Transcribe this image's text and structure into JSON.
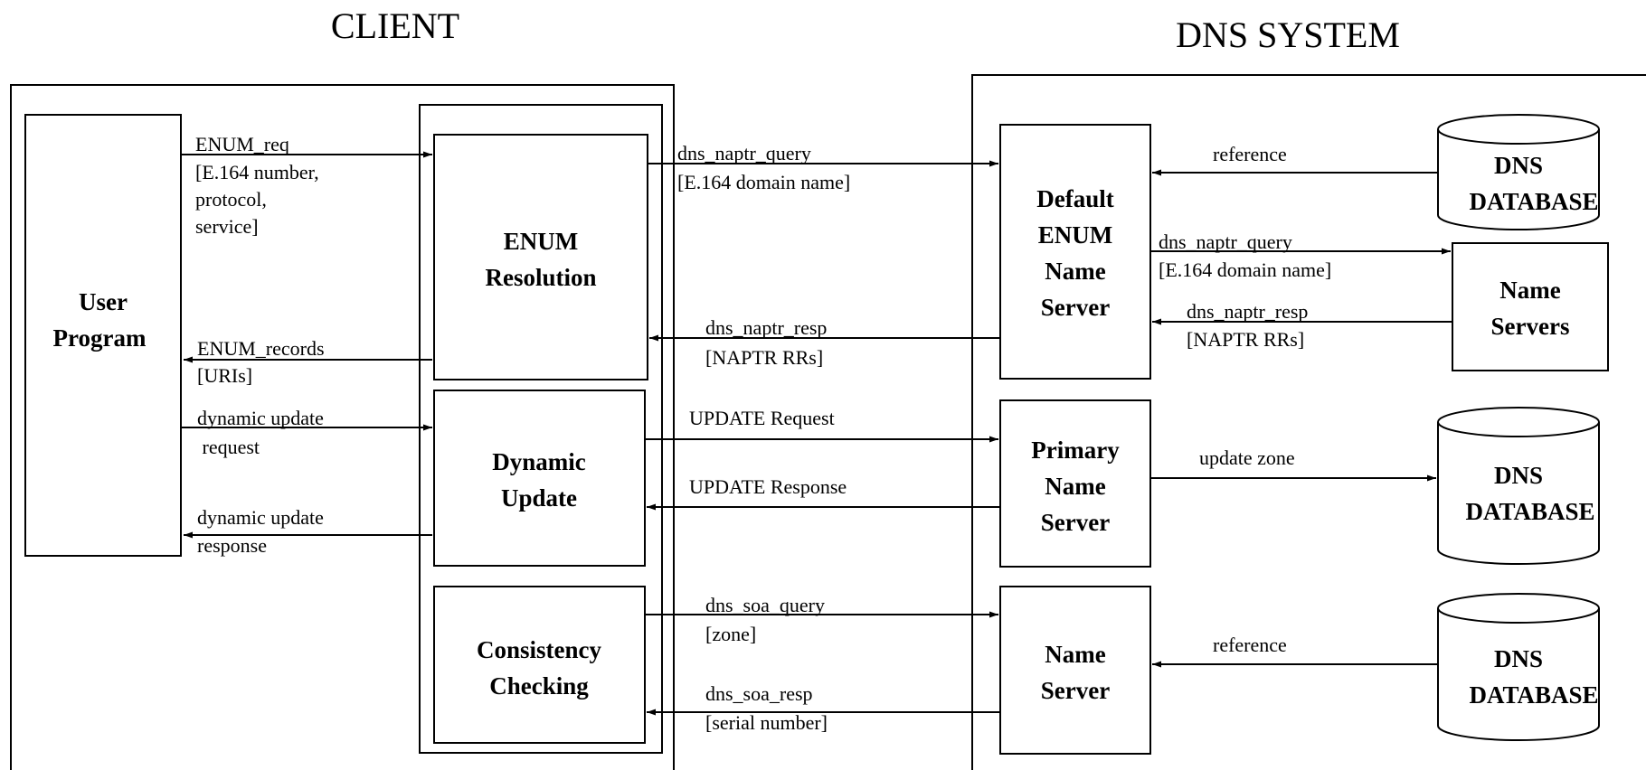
{
  "headings": {
    "client": "CLIENT",
    "dns": "DNS SYSTEM"
  },
  "boxes": {
    "user_program": [
      "User",
      "Program"
    ],
    "enum_resolution": [
      "ENUM",
      "Resolution"
    ],
    "dynamic_update": [
      "Dynamic",
      "Update"
    ],
    "consistency_checking": [
      "Consistency",
      "Checking"
    ],
    "default_enum": [
      "Default",
      "ENUM",
      "Name",
      "Server"
    ],
    "name_servers": [
      "Name",
      "Servers"
    ],
    "primary": [
      "Primary",
      "Name",
      "Server"
    ],
    "name_server": [
      "Name",
      "Server"
    ],
    "db_top": [
      "DNS",
      "DATABASE"
    ],
    "db_mid": [
      "DNS",
      "DATABASE"
    ],
    "db_bot": [
      "DNS",
      "DATABASE"
    ]
  },
  "edges": {
    "enum_req": [
      "ENUM_req",
      "[E.164 number,",
      "protocol,",
      "service]"
    ],
    "enum_records": [
      "ENUM_records",
      "[URIs]"
    ],
    "dyn_req": [
      "dynamic update",
      " request"
    ],
    "dyn_resp": [
      "dynamic update",
      "response"
    ],
    "naptr_query": [
      "dns_naptr_query",
      "[E.164 domain name]"
    ],
    "naptr_resp": [
      "dns_naptr_resp",
      "[NAPTR RRs]"
    ],
    "update_req": [
      "UPDATE Request"
    ],
    "update_resp": [
      "UPDATE Response"
    ],
    "soa_query": [
      "dns_soa_query",
      "[zone]"
    ],
    "soa_resp": [
      "dns_soa_resp",
      "[serial number]"
    ],
    "ref_top": [
      "reference"
    ],
    "naptr_query2": [
      "dns_naptr_query",
      "[E.164 domain name]"
    ],
    "naptr_resp2": [
      "dns_naptr_resp",
      "[NAPTR RRs]"
    ],
    "update_zone": [
      "update zone"
    ],
    "ref_bot": [
      "reference"
    ]
  }
}
